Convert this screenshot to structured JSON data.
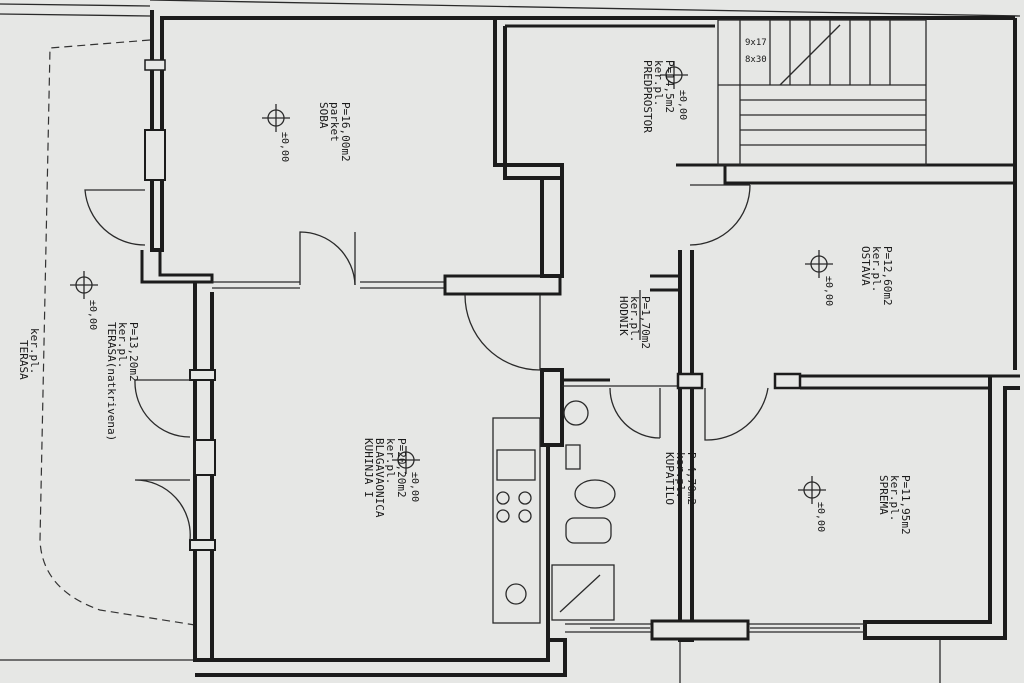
{
  "rooms": [
    {
      "id": "soba",
      "name": "SOBA",
      "floor": "parket",
      "area": "P=16,00m2",
      "elevation": "±0,00"
    },
    {
      "id": "predprostor",
      "name": "PREDPROSTOR",
      "floor": "ker.pl.",
      "area": "P=14,5m2",
      "elevation": "±0,00"
    },
    {
      "id": "ostava",
      "name": "OSTAVA",
      "floor": "ker.pl.",
      "area": "P=12,60m2",
      "elevation": "±0,00"
    },
    {
      "id": "hodnik",
      "name": "HODNIK",
      "floor": "ker.pl.",
      "area": "P=1,70m2",
      "elevation": ""
    },
    {
      "id": "kuhinja",
      "name": "KUHINJA I",
      "name2": "BLAGAVAONICA",
      "floor": "ker.pl.",
      "area": "P=20,20m2",
      "elevation": "±0,00"
    },
    {
      "id": "kupatilo",
      "name": "KUPATILO",
      "floor": "ker.pl.",
      "area": "P=4,70m2",
      "elevation": ""
    },
    {
      "id": "sprema",
      "name": "SPREMA",
      "floor": "ker.pl.",
      "area": "P=11,95m2",
      "elevation": "±0,00"
    },
    {
      "id": "terasa",
      "name": "TERASA(natkrivena)",
      "floor": "ker.pl.",
      "area": "P=13,20m2",
      "elevation": "±0,00"
    }
  ],
  "edge_labels": {
    "terasa": "TERASA",
    "terasa_floor": "ker.pl."
  },
  "stair": {
    "dim1": "9x17",
    "dim2": "8x30"
  },
  "colors": {
    "paper": "#e6e7e5",
    "ink": "#1c1c1c"
  }
}
